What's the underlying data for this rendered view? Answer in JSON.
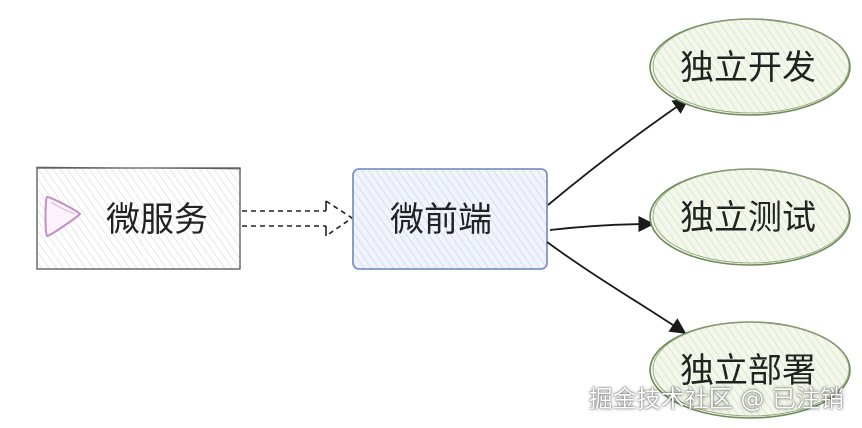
{
  "nodes": {
    "microservice": {
      "label": "微服务"
    },
    "microfrontend": {
      "label": "微前端"
    },
    "independent_dev": {
      "label": "独立开发"
    },
    "independent_test": {
      "label": "独立测试"
    },
    "independent_deploy": {
      "label": "独立部署"
    }
  },
  "watermark": "掘金技术社区 @ 已注销",
  "colors": {
    "microservice_fill": "#f4f4f4",
    "microfrontend_fill": "#e8eef8",
    "microfrontend_stroke": "#8aa0c8",
    "ellipse_fill": "#eef3e6",
    "ellipse_stroke": "#6f8a5a",
    "play_icon": "#c9a2c9"
  }
}
